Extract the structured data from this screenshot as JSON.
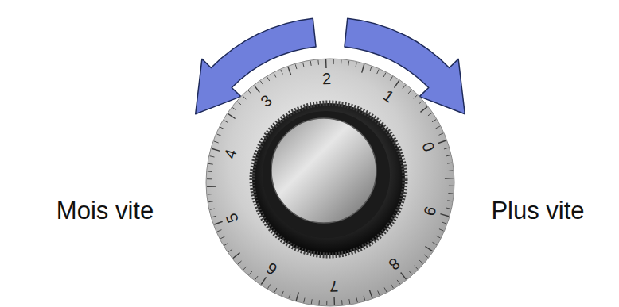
{
  "diagram": {
    "labels": [
      "Mois vite",
      "Plus vite",
      "3",
      "2",
      "1",
      "0",
      "9",
      "8",
      "7",
      "6",
      "5",
      "4"
    ]
  }
}
